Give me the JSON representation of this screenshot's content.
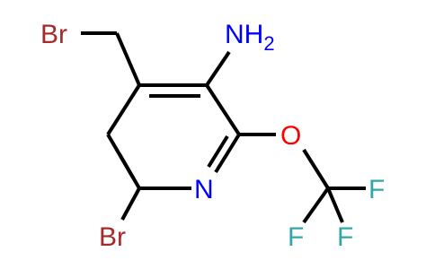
{
  "molecule": {
    "atoms": {
      "br_methyl": "Br",
      "amine": "NH",
      "amine_subscript": "2",
      "ring_nitrogen": "N",
      "ether_oxygen": "O",
      "fluorine_1": "F",
      "fluorine_2": "F",
      "fluorine_3": "F",
      "br_ring": "Br"
    }
  },
  "colors": {
    "bromine": "#a52a2a",
    "nitrogen": "#0000ff",
    "oxygen": "#ff0000",
    "fluorine": "#33a6a6",
    "bond": "#000000"
  }
}
